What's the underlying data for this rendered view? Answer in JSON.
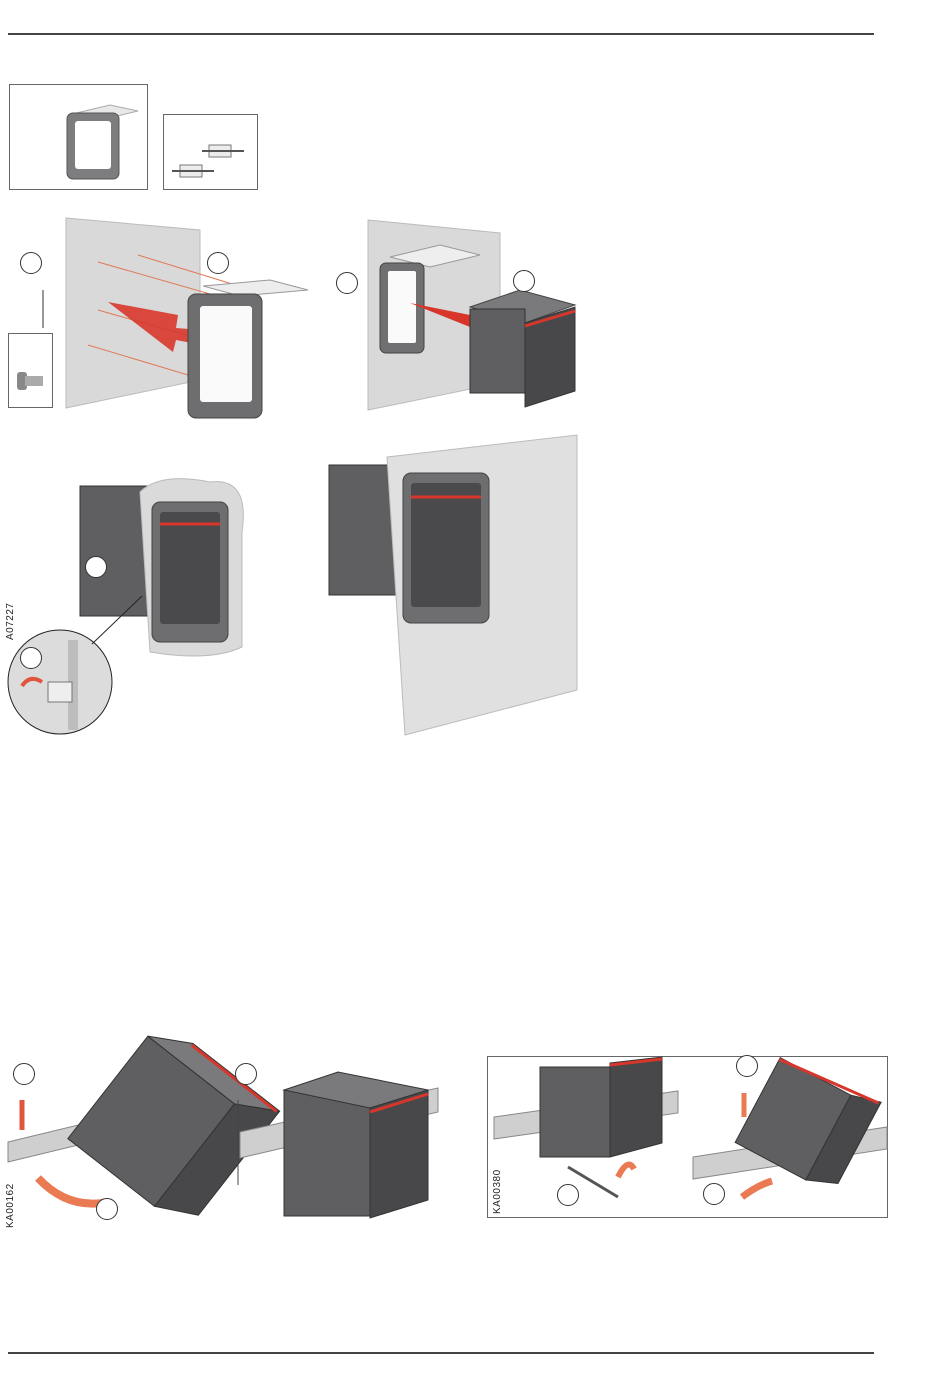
{
  "figures": {
    "panel_mount_code": "A07227",
    "din_mount_code": "KA00162",
    "din_remove_code": "KA00380"
  },
  "colors": {
    "device_body": "#5f5f62",
    "device_dark": "#48484b",
    "device_light": "#7a7a7d",
    "accent_red": "#d8362b",
    "arrow_red": "#e0553e",
    "arrow_orange": "#e97a52",
    "panel": "#dcdcdc",
    "rule": "#444444"
  }
}
